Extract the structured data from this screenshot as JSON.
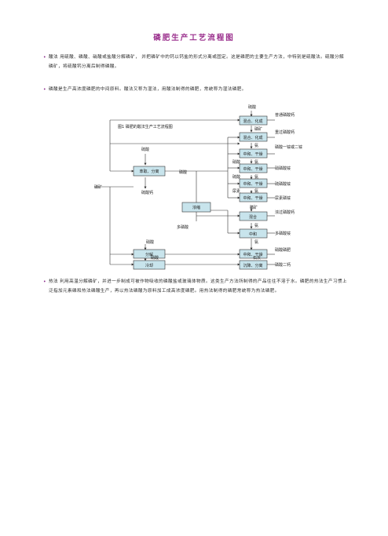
{
  "title": "磷肥生产工艺流程图",
  "paragraphs": [
    {
      "lead": "酸法",
      "text": "用硫酸、磷酸、硝酸或盐酸分解磷矿， 并把磷矿中的钙以钙盐的形式分离或固定。这是磷肥的主要生产方法，中特别是硫酸法。硫酸分解磷矿，将硫酸钙分离后制得磷酸。"
    },
    {
      "lead": "",
      "text": "磷酸是生产高浓度磷肥的中间原料。酸法又称为湿法，用酸法制得的磷肥，常统称为湿法磷肥。"
    },
    {
      "lead": "热法",
      "text": "利用高温分解磷矿，并进一步制成可被作物吸收的磷酸盐或玻璃体物质。这类生产方法所制得的产品往往不溶于水。磷肥的热法生产习惯上泛指加元素磷和热法磷酸生产，再以热法磷酸为原料加工成高浓度磷肥。用热法制得的磷肥常统称为热法磷肥。"
    }
  ],
  "diagram": {
    "caption": "图1 磷肥的酸法生产工艺流程图",
    "inputs": {
      "phosphate_rock": "磷矿",
      "sulfuric_acid": "硫酸",
      "sulfuric_acid_top": "硫酸",
      "phosphate_rock_2": "磷矿",
      "ammonia": "氨",
      "nitric_acid": "硝酸",
      "ammonia_2": "氨",
      "sulfuric_acid_2": "硫酸",
      "ammonia_3": "氨",
      "urea": "尿素",
      "ammonia_4": "氨",
      "phosphate_rock_3": "磷矿",
      "ammonia_5": "氨",
      "ammonia_6": "氨",
      "nitric_acid_2": "硝酸",
      "nitric_acid_3": "硝酸",
      "lime": "石灰"
    },
    "labels": {
      "phosphoric_acid": "磷酸",
      "calcium_sulfate": "硫酸钙",
      "polyphosphoric_acid": "多磷酸"
    },
    "boxes": {
      "extract_separate": "萃取、分离",
      "concentrate": "浓缩",
      "mix_cure_1": "混合、化成",
      "mix_cure_2": "混合、化成",
      "neutral_dry_1": "中和、干燥",
      "neutral_dry_2": "中和、干燥",
      "neutral_dry_3": "中和、干燥",
      "neutral_dry_4": "中和、干燥",
      "mix": "混合",
      "neutral": "中和",
      "decompose": "分解",
      "neutral_dry_5": "中和、干燥",
      "freeze": "冷却",
      "precipitate_separate": "沉降、分离"
    },
    "products": {
      "superphosphate": "普通磷酸钙",
      "triple_super": "重过磷酸钙",
      "ammonium_phosphate": "磷酸一铵或二铵",
      "nitro_ammonium_phosphate": "硝磷酸铵",
      "sulfo_ammonium_phosphate": "硫磷酸铵",
      "urea_ammonium_phosphate": "尿素磷铵",
      "concentrated_super": "浓过磷酸钙",
      "ammonium_polyphosphate": "多磷酸铵",
      "nitrophosphate": "硝酸磷肥",
      "dicalcium_phosphate": "磷酸二钙"
    }
  }
}
